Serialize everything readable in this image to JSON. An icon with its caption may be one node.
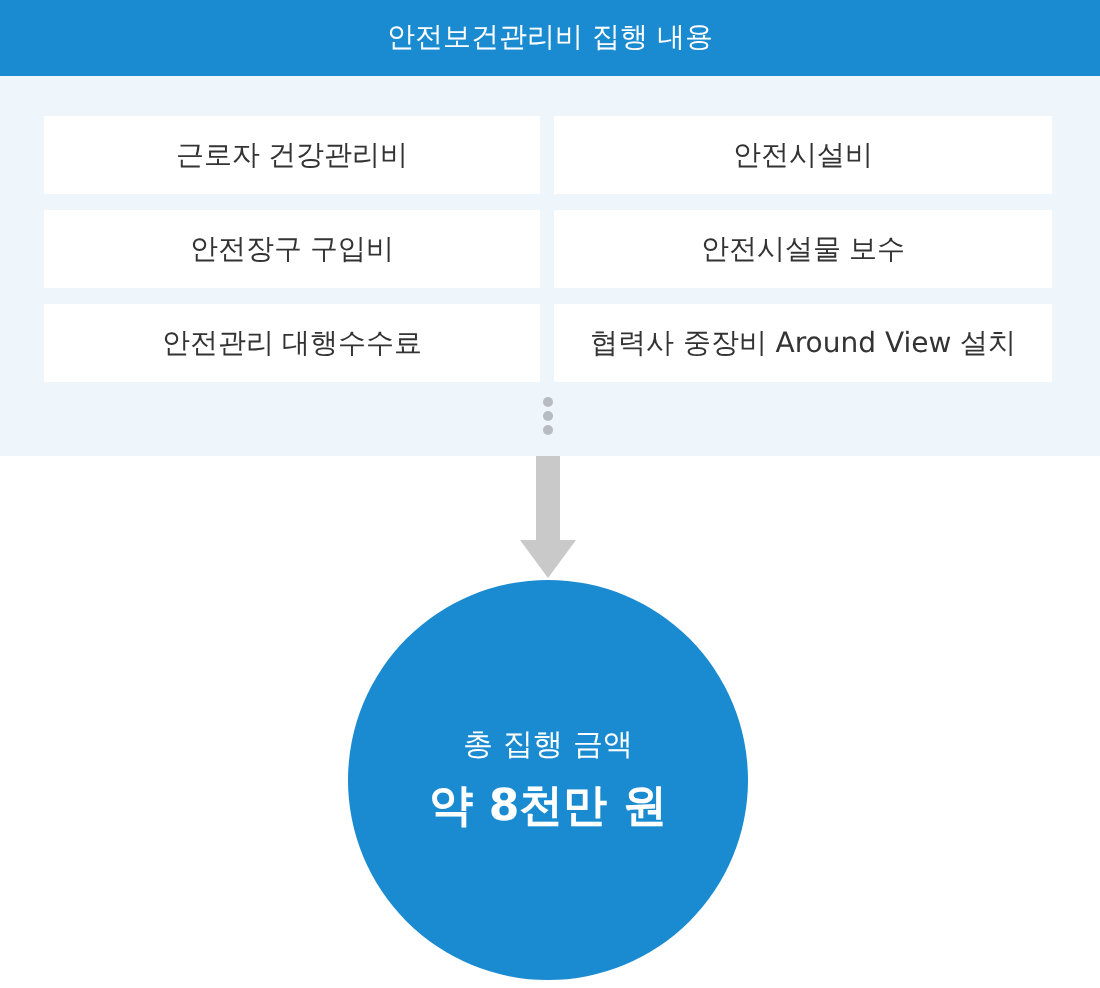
{
  "diagram": {
    "nodes": [
      {
        "text": [
          "안전보건관리비 집행 내용"
        ]
      },
      {
        "text": [
          "근로자 건강관리비"
        ],
        "in": 0
      },
      {
        "text": [
          "안전시설비"
        ],
        "in": 0
      },
      {
        "text": [
          "안전장구 구입비"
        ],
        "in": 0
      },
      {
        "text": [
          "안전시설물 보수"
        ],
        "in": 0
      },
      {
        "text": [
          "안전관리 대행수수료"
        ],
        "in": 0
      },
      {
        "text": [
          "협력사 중장비 Around View 설치"
        ],
        "in": 0
      },
      {
        "text": [
          "총 집행 금액",
          "약 8천만 원"
        ]
      }
    ],
    "edges": [
      {
        "from": 0,
        "to": 7,
        "arrow": "to"
      }
    ]
  }
}
